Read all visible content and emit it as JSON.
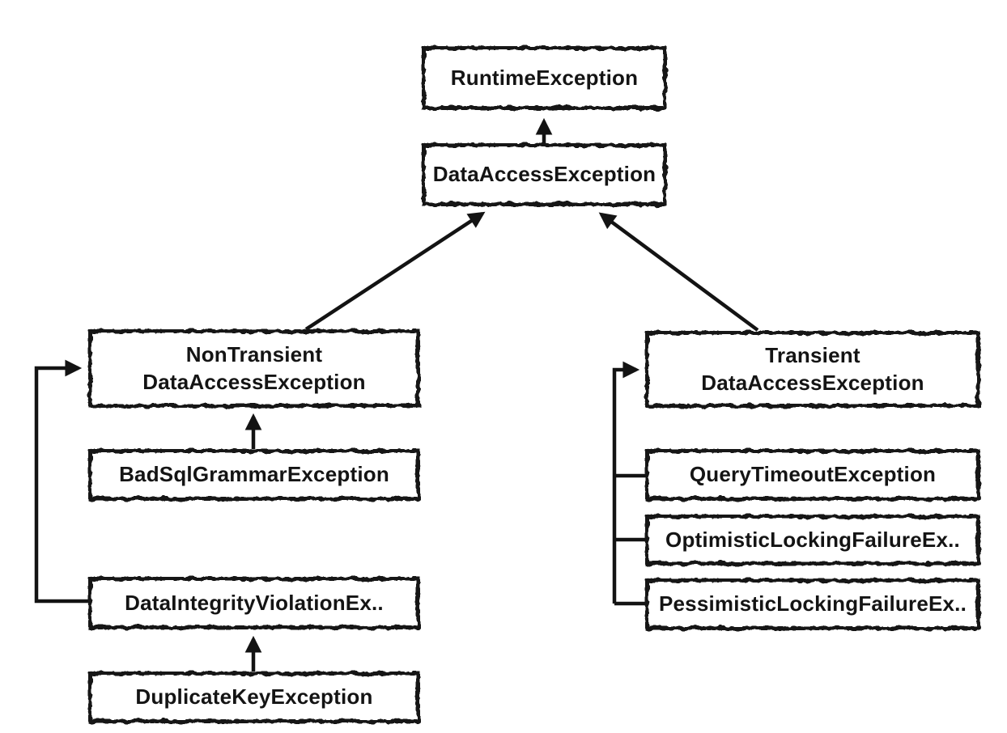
{
  "diagram": {
    "background_color": "#ffffff",
    "stroke_color": "#131313",
    "nodes": {
      "runtime_exception": {
        "label": "RuntimeException"
      },
      "data_access_exception": {
        "label": "DataAccessException"
      },
      "non_transient_data_access_exception": {
        "label": "NonTransient\nDataAccessException"
      },
      "bad_sql_grammar_exception": {
        "label": "BadSqlGrammarException"
      },
      "data_integrity_violation_exception": {
        "label": "DataIntegrityViolationEx.."
      },
      "duplicate_key_exception": {
        "label": "DuplicateKeyException"
      },
      "transient_data_access_exception": {
        "label": "Transient\nDataAccessException"
      },
      "query_timeout_exception": {
        "label": "QueryTimeoutException"
      },
      "optimistic_locking_failure_exception": {
        "label": "OptimisticLockingFailureEx.."
      },
      "pessimistic_locking_failure_exception": {
        "label": "PessimisticLockingFailureEx.."
      }
    },
    "edges": [
      {
        "from": "DataAccessException",
        "to": "RuntimeException",
        "type": "extends"
      },
      {
        "from": "NonTransientDataAccessException",
        "to": "DataAccessException",
        "type": "extends"
      },
      {
        "from": "TransientDataAccessException",
        "to": "DataAccessException",
        "type": "extends"
      },
      {
        "from": "BadSqlGrammarException",
        "to": "NonTransientDataAccessException",
        "type": "extends"
      },
      {
        "from": "DataIntegrityViolationEx..",
        "to": "NonTransientDataAccessException",
        "type": "extends"
      },
      {
        "from": "DuplicateKeyException",
        "to": "DataIntegrityViolationEx..",
        "type": "extends"
      },
      {
        "from": "QueryTimeoutException",
        "to": "TransientDataAccessException",
        "type": "extends"
      },
      {
        "from": "OptimisticLockingFailureEx..",
        "to": "TransientDataAccessException",
        "type": "extends"
      },
      {
        "from": "PessimisticLockingFailureEx..",
        "to": "TransientDataAccessException",
        "type": "extends"
      }
    ]
  }
}
